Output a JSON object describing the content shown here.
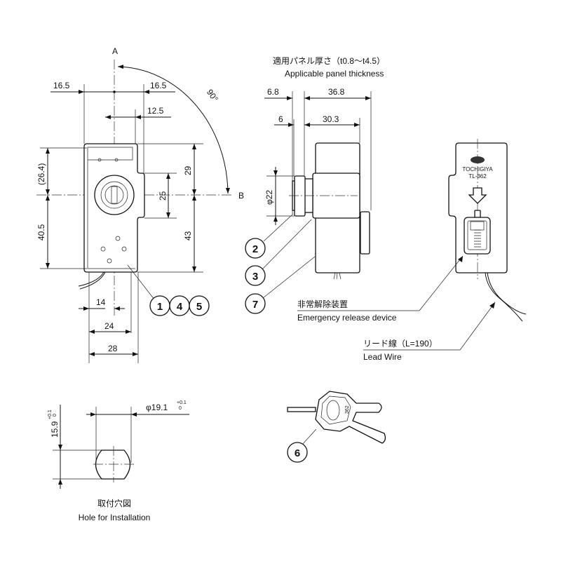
{
  "front_view": {
    "axis_a": "A",
    "axis_b": "B",
    "angle": "90°",
    "dims": {
      "left_16_5": "16.5",
      "right_16_5": "16.5",
      "d12_5": "12.5",
      "d26_4": "(26.4)",
      "d40_5": "40.5",
      "d29": "29",
      "d25": "25",
      "d43": "43",
      "d14": "14",
      "d24": "24",
      "d28": "28"
    },
    "callouts": [
      "1",
      "4",
      "5"
    ]
  },
  "side_view": {
    "panel_jp": "適用パネル厚さ（t0.8～t4.5）",
    "panel_en": "Applicable panel thickness",
    "dims": {
      "d6_8": "6.8",
      "d36_8": "36.8",
      "d6": "6",
      "d30_3": "30.3",
      "phi22": "φ22"
    },
    "callouts": [
      "2",
      "3",
      "7"
    ]
  },
  "back_view": {
    "brand": "TOCHIGIYA",
    "model": "TL-362",
    "release_jp": "非常解除装置",
    "release_en": "Emergency release device",
    "wire_jp": "リード線（L=190）",
    "wire_en": "Lead Wire"
  },
  "hole": {
    "phi": "φ19.1",
    "phi_tol_upper": "+0.1",
    "phi_tol_lower": "0",
    "height": "15.9",
    "height_tol_upper": "+0.1",
    "height_tol_lower": "0",
    "title_jp": "取付穴図",
    "title_en": "Hole for Installation"
  },
  "key": {
    "callout": "6",
    "stamp": "362"
  }
}
